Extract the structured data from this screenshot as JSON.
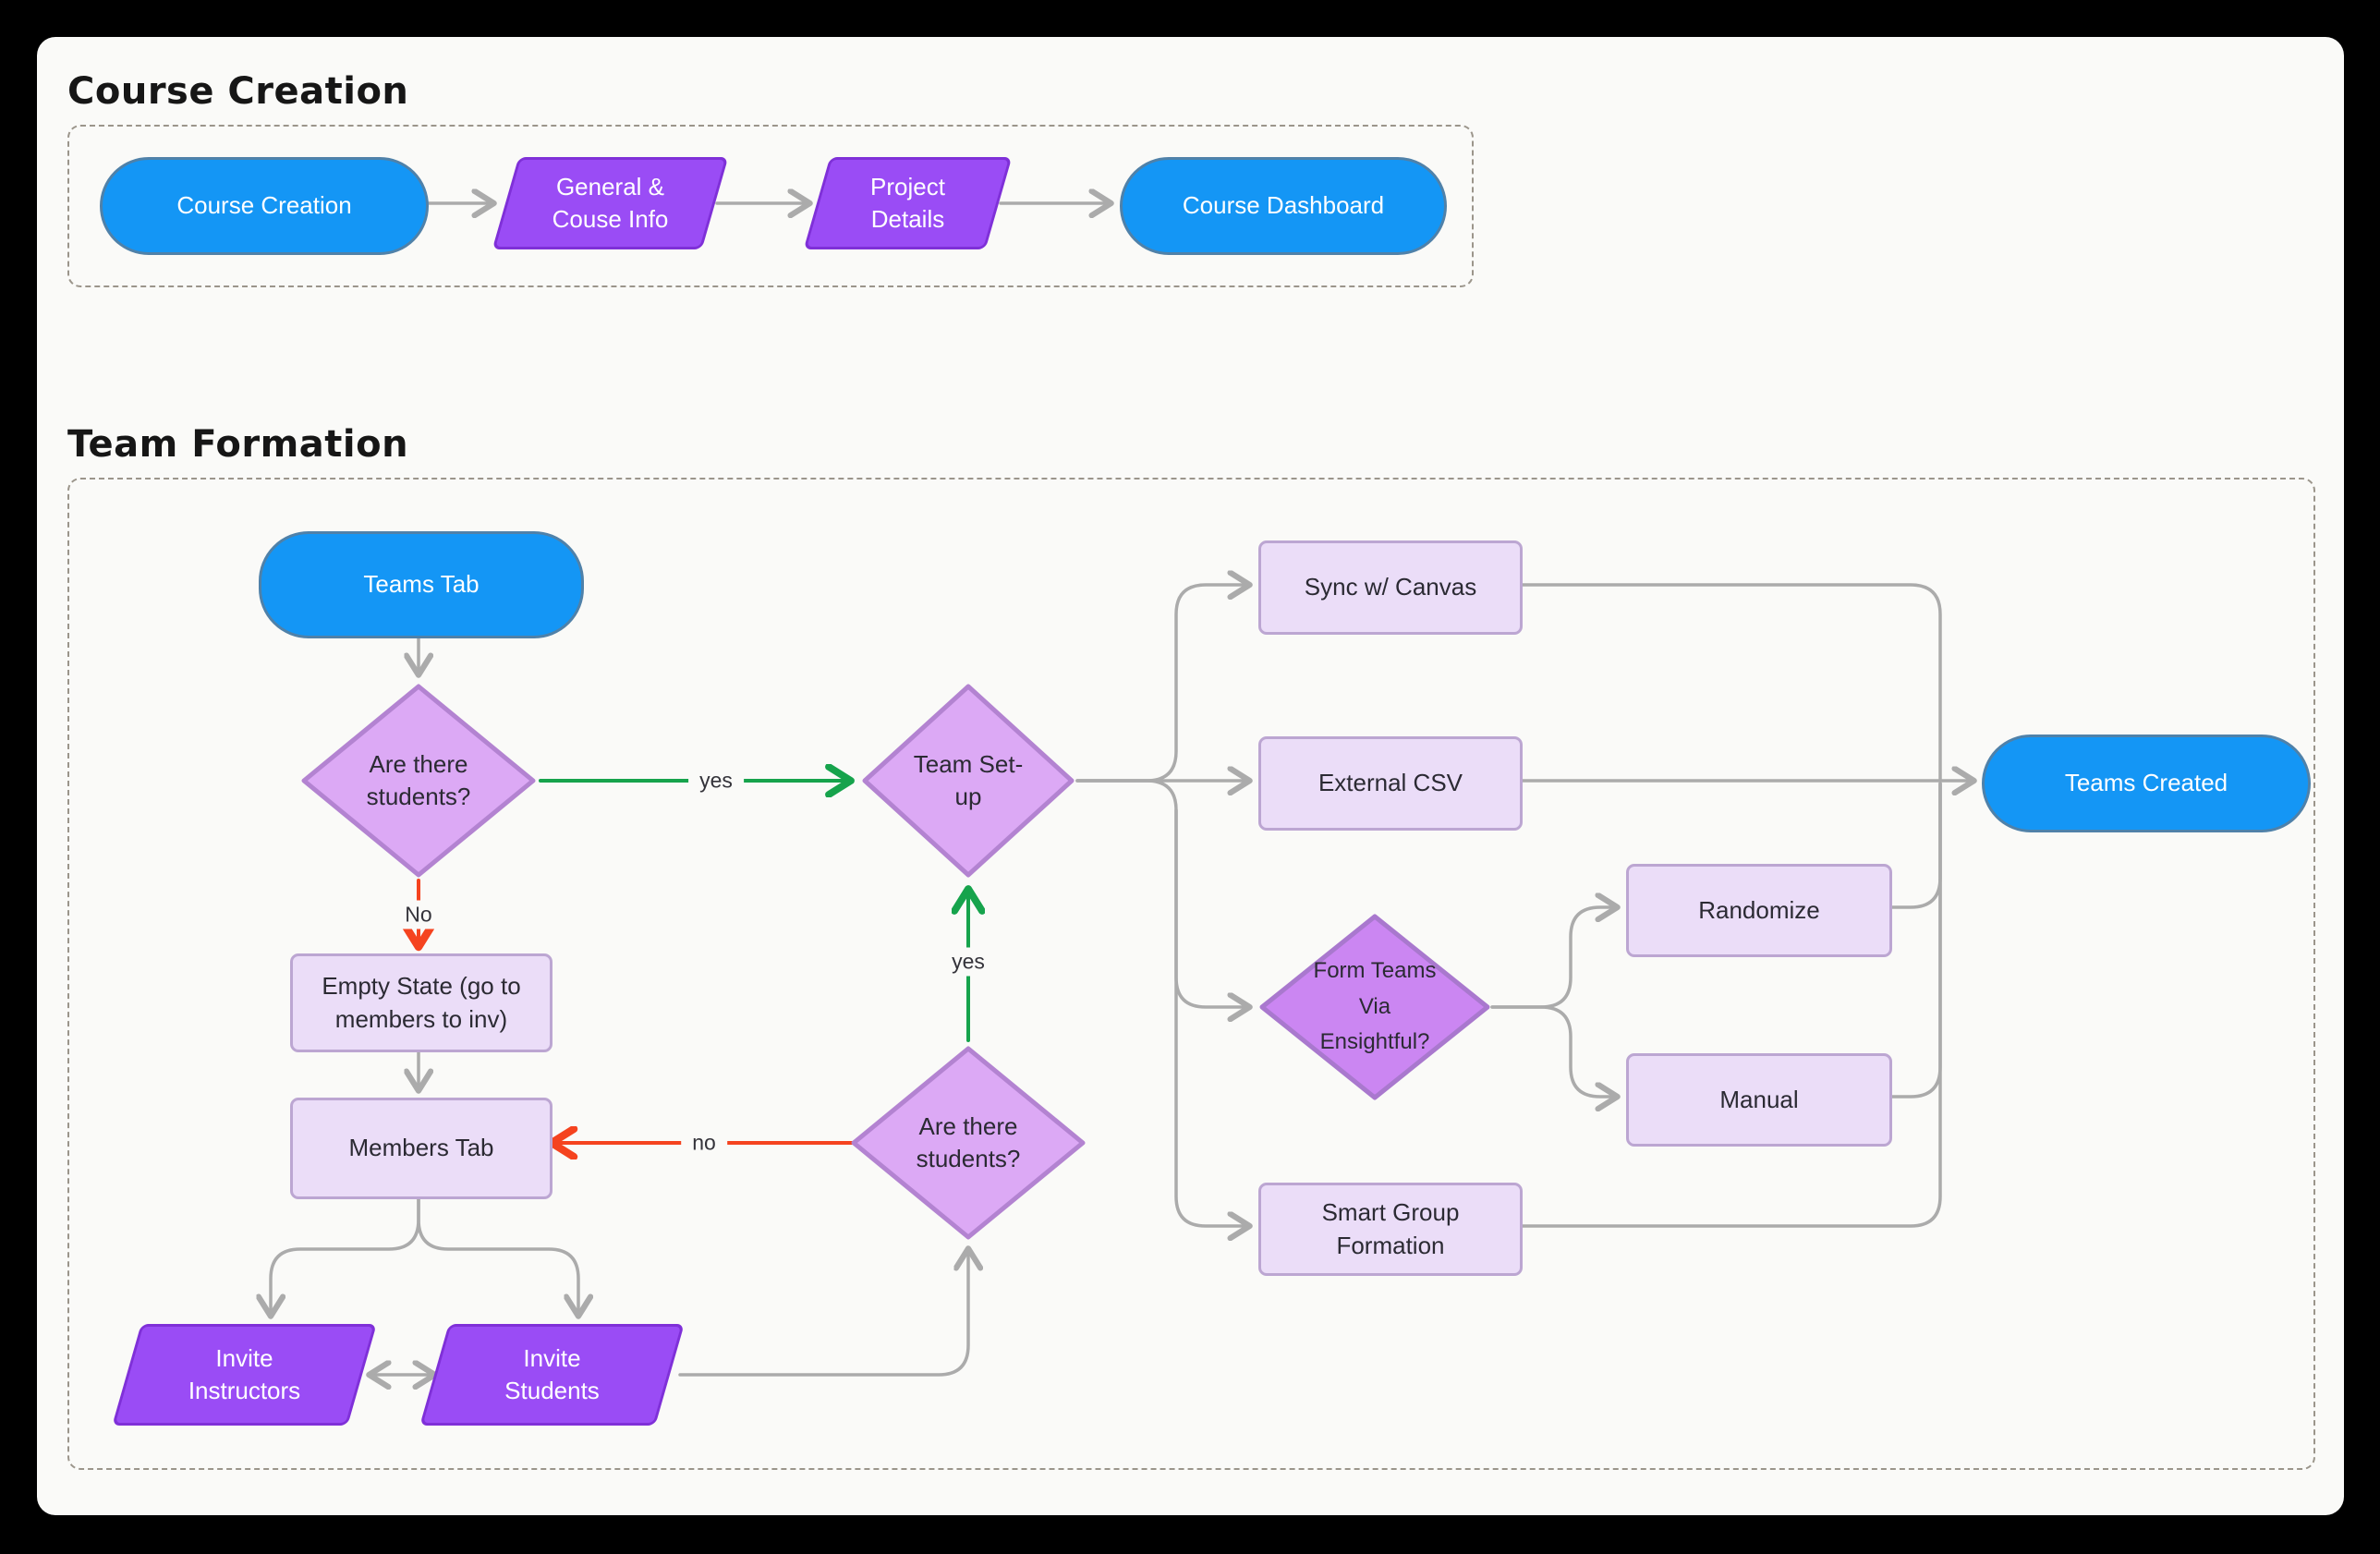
{
  "colors": {
    "canvas_bg": "#FAFAF8",
    "frame_bg": "#000000",
    "blue_fill": "#1496F5",
    "blue_border": "#4F81A9",
    "purple_fill": "#9A4CF5",
    "purple_border": "#7F30D8",
    "lavender_fill": "#EBDDF8",
    "lavender_border": "#BCA6D2",
    "diamond_light_fill": "#DCA9F5",
    "diamond_light_border": "#B383D1",
    "diamond_mid_fill": "#CB86F2",
    "diamond_mid_border": "#A978CE",
    "wire_gray": "#ABABAB",
    "wire_green": "#16A34C",
    "wire_red": "#F5431F"
  },
  "course_creation": {
    "title": "Course Creation",
    "nodes": {
      "start": "Course Creation",
      "general_info": "General & Couse Info",
      "project_details": "Project Details",
      "dashboard": "Course Dashboard"
    }
  },
  "team_formation": {
    "title": "Team Formation",
    "nodes": {
      "teams_tab": "Teams Tab",
      "students_check_1": "Are there students?",
      "team_setup": "Team Set-up",
      "empty_state": "Empty State (go to members to inv)",
      "members_tab": "Members Tab",
      "invite_instructors": "Invite Instructors",
      "invite_students": "Invite Students",
      "students_check_2": "Are there students?",
      "sync_canvas": "Sync w/ Canvas",
      "external_csv": "External CSV",
      "form_teams": "Form Teams Via Ensightful?",
      "randomize": "Randomize",
      "manual": "Manual",
      "smart_group": "Smart Group Formation",
      "teams_created": "Teams Created"
    },
    "edge_labels": {
      "yes_1": "yes",
      "no_1": "No",
      "yes_2": "yes",
      "no_2": "no"
    }
  }
}
